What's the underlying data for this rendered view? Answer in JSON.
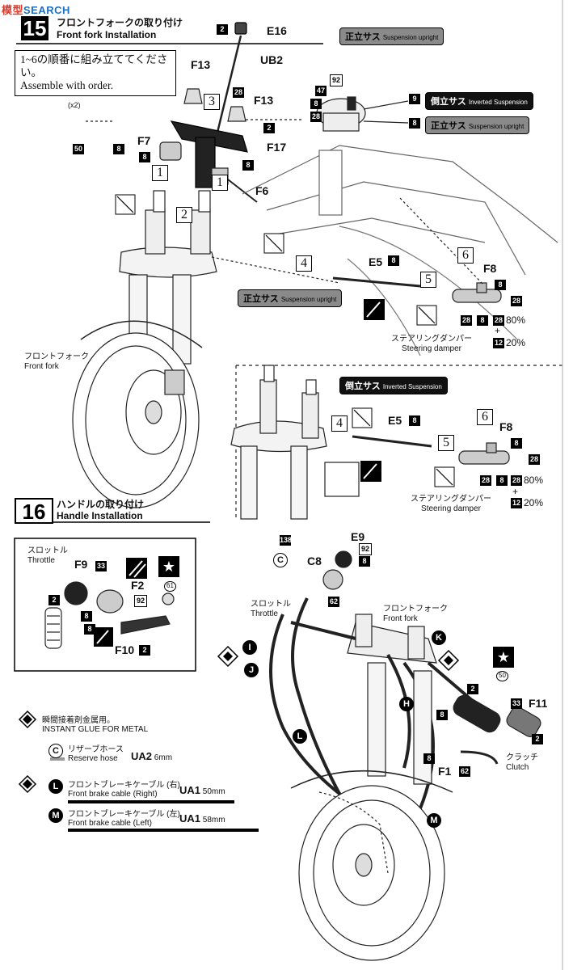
{
  "watermark": {
    "a": "模型",
    "b": "SEARCH"
  },
  "step15": {
    "number": "15",
    "title_jp": "フロントフォークの取り付け",
    "title_en": "Front fork Installation",
    "note_jp": "1~6の順番に組み立ててください。",
    "note_en": "Assemble with order.",
    "tags": {
      "upright_top_jp": "正立サス",
      "upright_top_en": "Suspension upright",
      "inverted_jp": "倒立サス",
      "inverted_en": "Inverted Suspension",
      "upright2_jp": "正立サス",
      "upright2_en": "Suspension upright",
      "upright_mid_jp": "正立サス",
      "upright_mid_en": "Suspension upright",
      "inverted_mid_jp": "倒立サス",
      "inverted_mid_en": "Inverted Suspension"
    },
    "parts": {
      "E16": "E16",
      "UB2": "UB2",
      "F13a": "F13",
      "F13b": "F13",
      "F7": "F7",
      "F17": "F17",
      "F6": "F6",
      "E5": "E5",
      "F8": "F8",
      "E5b": "E5",
      "F8b": "F8"
    },
    "chips": {
      "c2a": "2",
      "c92": "92",
      "c47": "47",
      "c8a": "8",
      "c28a": "28",
      "c9": "9",
      "c8b": "8",
      "c28b": "28",
      "c2b": "2",
      "c8c": "8",
      "c50": "50",
      "c8d": "8",
      "c8e": "8",
      "c8f": "8",
      "c8g": "8",
      "c28c": "28",
      "c28d": "28",
      "c8h": "8",
      "c28e": "28",
      "c12": "12",
      "c8i": "8",
      "c8j": "8",
      "c28f": "28",
      "c28g": "28",
      "c8k": "8",
      "c28h": "28",
      "c12b": "12"
    },
    "x2": "(x2)",
    "pct80": "80%",
    "pct20": "20%",
    "plus": "+",
    "pct80b": "80%",
    "pct20b": "20%",
    "plusb": "+",
    "sub": {
      "s1a": "1",
      "s1b": "1",
      "s2": "2",
      "s3": "3",
      "s4": "4",
      "s5": "5",
      "s6": "6",
      "s4b": "4",
      "s5b": "5",
      "s6b": "6"
    },
    "front_fork_jp": "フロントフォーク",
    "front_fork_en": "Front fork",
    "damper_jp": "ステアリングダンパー",
    "damper_en": "Steering damper",
    "damper2_jp": "ステアリングダンパー",
    "damper2_en": "Steering damper"
  },
  "step16": {
    "number": "16",
    "title_jp": "ハンドルの取り付け",
    "title_en": "Handle Installation",
    "throttle_jp": "スロットル",
    "throttle_en": "Throttle",
    "throttle2_jp": "スロットル",
    "throttle2_en": "Throttle",
    "front_fork_jp": "フロントフォーク",
    "front_fork_en": "Front fork",
    "clutch_jp": "クラッチ",
    "clutch_en": "Clutch",
    "parts": {
      "F9": "F9",
      "F2": "F2",
      "F10": "F10",
      "C8": "C8",
      "E9": "E9",
      "F11": "F11",
      "F1": "F1"
    },
    "chips": {
      "c33": "33",
      "c92": "92",
      "c8a": "8",
      "c8b": "8",
      "c2a": "2",
      "c2b": "2",
      "c138": "138",
      "c92b": "92",
      "c8c": "8",
      "c62": "62",
      "c2c": "2",
      "c33b": "33",
      "c8d": "8",
      "c2d": "2",
      "c8e": "8",
      "c62b": "62",
      "c50": "50"
    },
    "c61": "61",
    "letters": {
      "C": "C",
      "I": "I",
      "J": "J",
      "K": "K",
      "H": "H",
      "L": "L",
      "M": "M",
      "Lb": "L",
      "Mb": "M",
      "Cb": "C"
    }
  },
  "legend": {
    "glue_jp": "瞬間接着剤金属用。",
    "glue_en": "INSTANT GLUE  FOR METAL",
    "reserve_jp": "リザーブホース",
    "reserve_en": "Reserve hose",
    "reserve_code": "UA2",
    "reserve_len": "6mm",
    "cableR_jp": "フロントブレーキケーブル (右)",
    "cableR_en": "Front brake cable (Right)",
    "cableR_code": "UA1",
    "cableR_len": "50mm",
    "cableL_jp": "フロントブレーキケーブル (左)",
    "cableL_en": "Front brake cable (Left)",
    "cableL_code": "UA1",
    "cableL_len": "58mm"
  }
}
